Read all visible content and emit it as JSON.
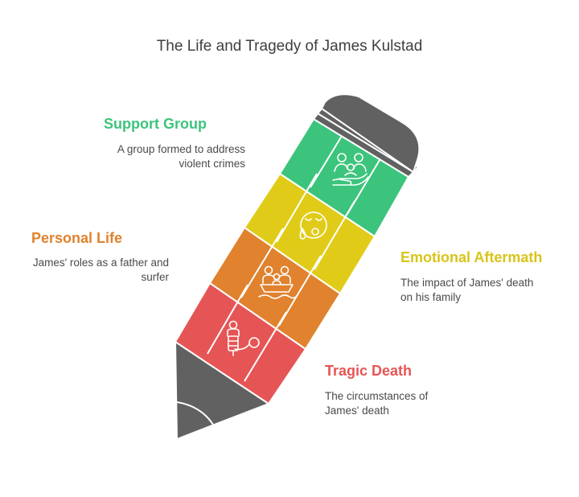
{
  "title": "The Life and Tragedy of James Kulstad",
  "colors": {
    "support": "#3cc47c",
    "emotional": "#e0cc18",
    "personal": "#e0822e",
    "tragic": "#e65555",
    "pencil": "#616161"
  },
  "items": [
    {
      "heading": "Support Group",
      "description_lines": [
        "A group formed to address",
        "violent crimes"
      ],
      "icon": "helping-hand-people-icon"
    },
    {
      "heading": "Emotional Aftermath",
      "description_lines": [
        "The impact of James' death",
        "on his family"
      ],
      "icon": "crying-face-icon"
    },
    {
      "heading": "Personal Life",
      "description_lines": [
        "James' roles as a father and",
        "surfer"
      ],
      "icon": "family-boat-icon"
    },
    {
      "heading": "Tragic Death",
      "description_lines": [
        "The circumstances of",
        "James' death"
      ],
      "icon": "prisoner-ball-chain-icon"
    }
  ]
}
